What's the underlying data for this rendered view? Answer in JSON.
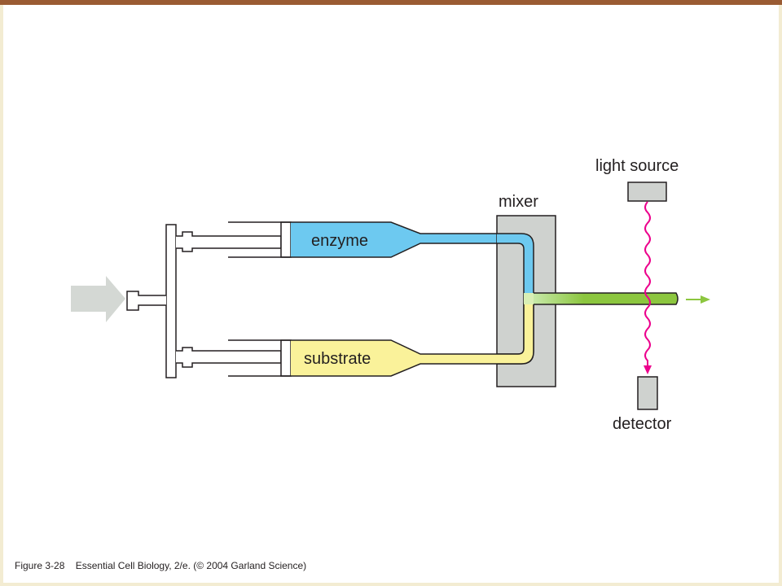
{
  "diagram": {
    "labels": {
      "enzyme": "enzyme",
      "substrate": "substrate",
      "mixer": "mixer",
      "light_source": "light source",
      "detector": "detector"
    },
    "colors": {
      "enzyme": "#6dc9f0",
      "substrate": "#faf29a",
      "mixed": "#8cc63f",
      "light_beam": "#ec008c",
      "component_gray": "#cfd2cf",
      "push_arrow": "#d4d8d4",
      "frame_accent": "#9a5b33"
    }
  },
  "caption": {
    "figure": "Figure 3-28",
    "text": "Essential Cell Biology, 2/e. (© 2004 Garland Science)"
  }
}
